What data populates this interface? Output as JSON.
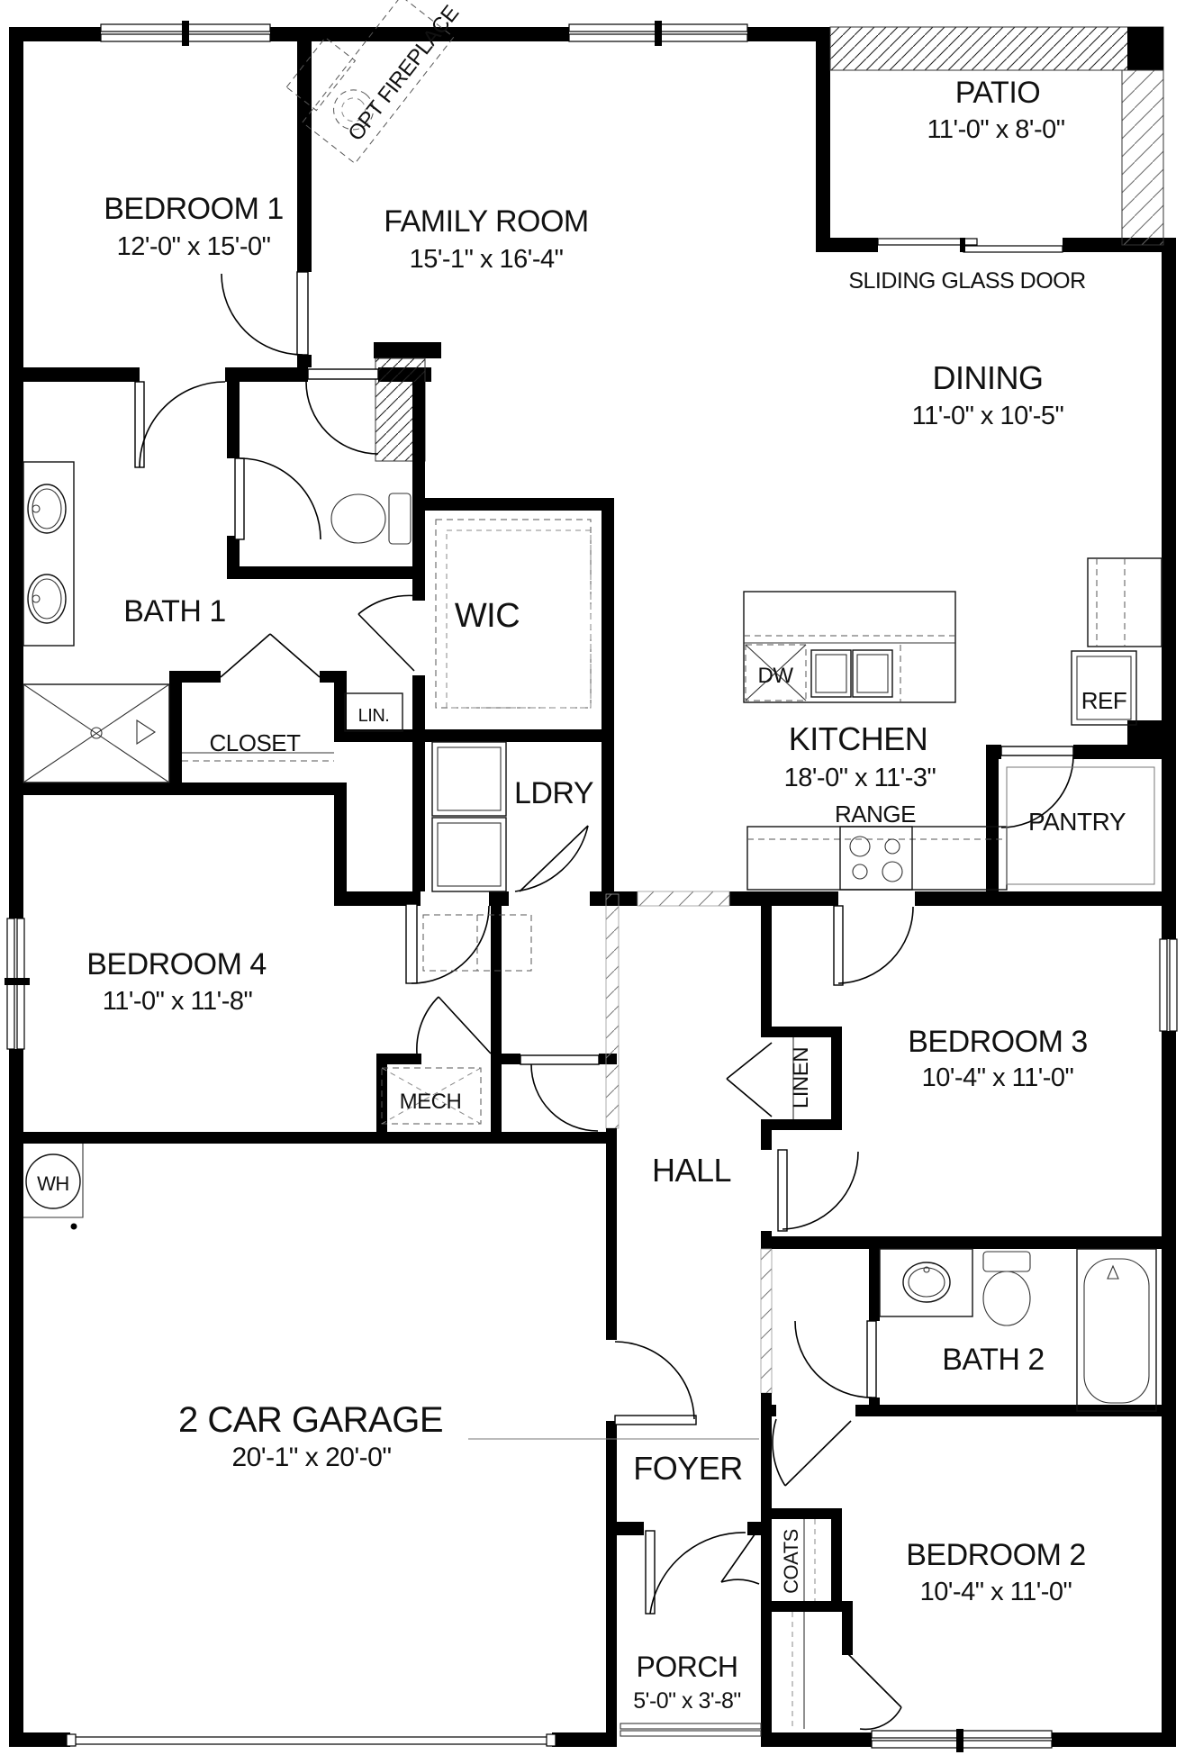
{
  "plan": {
    "rooms": {
      "bedroom1": {
        "name": "BEDROOM 1",
        "dims": "12'-0\" x 15'-0\""
      },
      "family": {
        "name": "FAMILY ROOM",
        "dims": "15'-1\" x 16'-4\""
      },
      "patio": {
        "name": "PATIO",
        "dims": "11'-0\" x 8'-0\""
      },
      "dining": {
        "name": "DINING",
        "dims": "11'-0\" x 10'-5\""
      },
      "kitchen": {
        "name": "KITCHEN",
        "dims": "18'-0\" x 11'-3\""
      },
      "bath1": {
        "name": "BATH 1"
      },
      "wic": {
        "name": "WIC"
      },
      "closet": {
        "name": "CLOSET"
      },
      "ldry": {
        "name": "LDRY"
      },
      "pantry": {
        "name": "PANTRY"
      },
      "bedroom4": {
        "name": "BEDROOM 4",
        "dims": "11'-0\" x 11'-8\""
      },
      "hall": {
        "name": "HALL"
      },
      "bedroom3": {
        "name": "BEDROOM 3",
        "dims": "10'-4\" x 11'-0\""
      },
      "bath2": {
        "name": "BATH 2"
      },
      "foyer": {
        "name": "FOYER"
      },
      "porch": {
        "name": "PORCH",
        "dims": "5'-0\" x 3'-8\""
      },
      "garage": {
        "name": "2 CAR GARAGE",
        "dims": "20'-1\" x 20'-0\""
      },
      "bedroom2": {
        "name": "BEDROOM 2",
        "dims": "10'-4\" x 11'-0\""
      },
      "mech": {
        "name": "MECH"
      }
    },
    "fixtures": {
      "dw": "DW",
      "ref": "REF",
      "range": "RANGE",
      "wh": "WH",
      "lin": "LIN.",
      "linen": "LINEN",
      "coats": "COATS"
    },
    "annotations": {
      "sliding_door": "SLIDING GLASS DOOR",
      "opt_fireplace": "OPT FIREPLACE"
    },
    "colors": {
      "wall": "#000000",
      "background": "#ffffff",
      "thin_line": "#333333"
    }
  }
}
